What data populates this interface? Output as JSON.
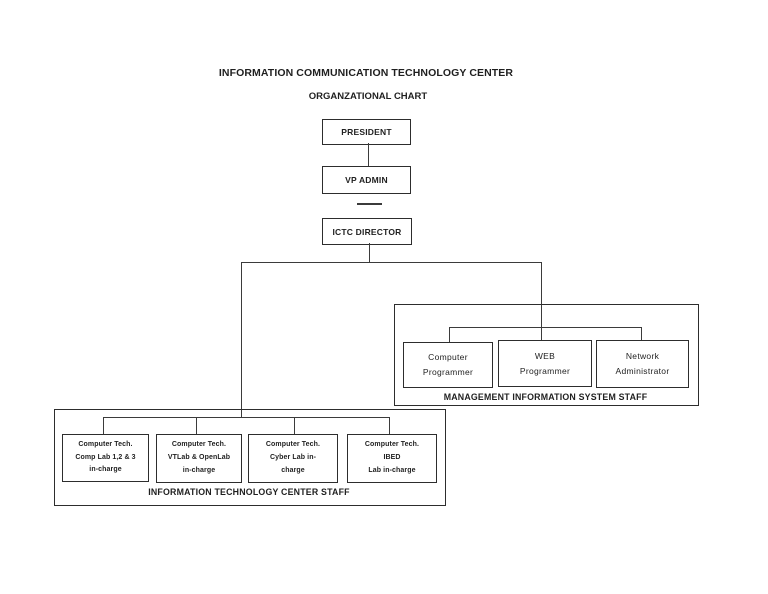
{
  "page": {
    "title": "INFORMATION COMMUNICATION TECHNOLOGY CENTER",
    "subtitle": "ORGANZATIONAL CHART"
  },
  "hierarchy": {
    "president": "PRESIDENT",
    "vp_admin": "VP ADMIN",
    "ictc_director": "ICTC DIRECTOR"
  },
  "mis_group": {
    "label": "MANAGEMENT INFORMATION SYSTEM STAFF",
    "members": [
      {
        "line1": "Computer",
        "line2": "Programmer"
      },
      {
        "line1": "WEB",
        "line2": "Programmer"
      },
      {
        "line1": "Network",
        "line2": "Administrator"
      }
    ]
  },
  "itc_group": {
    "label": "INFORMATION TECHNOLOGY CENTER STAFF",
    "members": [
      {
        "line1": "Computer Tech.",
        "line2": "Comp Lab 1,2 & 3",
        "line3": "in-charge"
      },
      {
        "line1": "Computer Tech.",
        "line2": "VTLab & OpenLab",
        "line3": "in-charge"
      },
      {
        "line1": "Computer Tech.",
        "line2": "Cyber Lab in-",
        "line3": "charge"
      },
      {
        "line1": "Computer Tech.",
        "line2": "IBED",
        "line3": "Lab in-charge"
      }
    ]
  },
  "colors": {
    "background": "#ffffff",
    "text": "#1f1f1f",
    "box_border": "#2d2d2d",
    "connector_line": "#3b3b3b"
  }
}
